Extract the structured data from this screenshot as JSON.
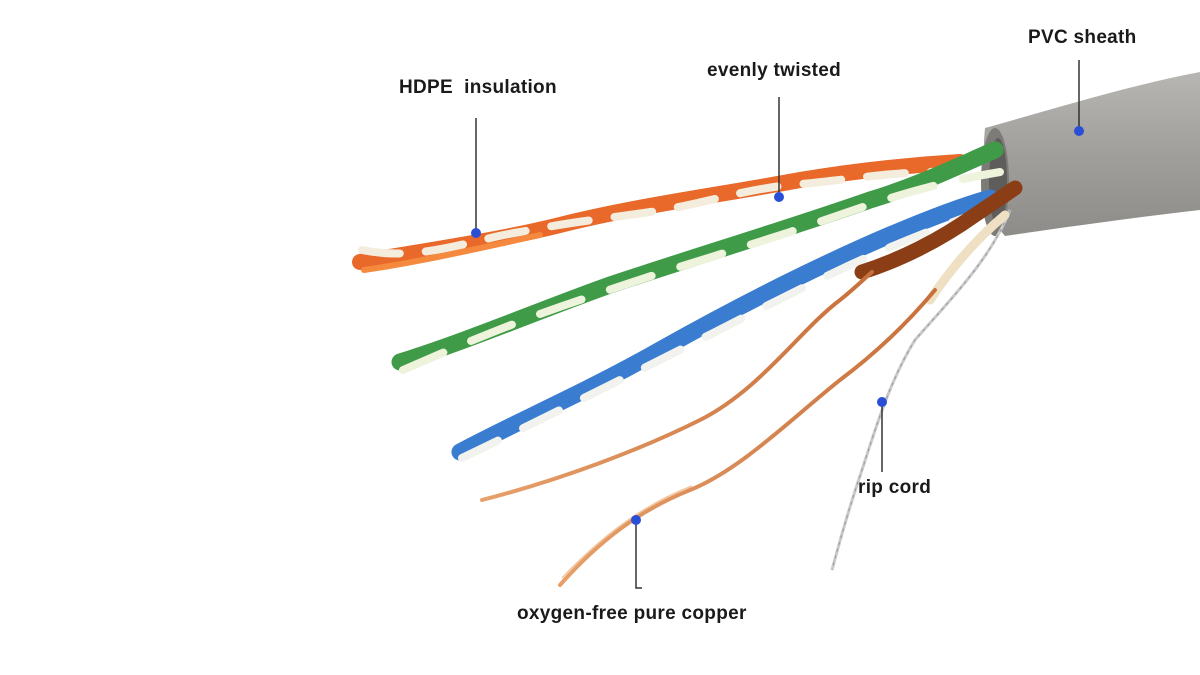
{
  "labels": {
    "hdpe_insulation": "HDPE  insulation",
    "evenly_twisted": "evenly twisted",
    "pvc_sheath": "PVC sheath",
    "rip_cord": "rip cord",
    "copper": "oxygen-free pure copper"
  },
  "colors": {
    "marker_dot": "#2a4fd6",
    "leader_line": "#333333",
    "sheath": "#a4a2a0",
    "orange": "#f0762a",
    "green": "#43a047",
    "blue": "#3b7fd4",
    "brown": "#8b3e16",
    "copper": "#d9804b",
    "white_stripe": "#f4ecdc"
  }
}
